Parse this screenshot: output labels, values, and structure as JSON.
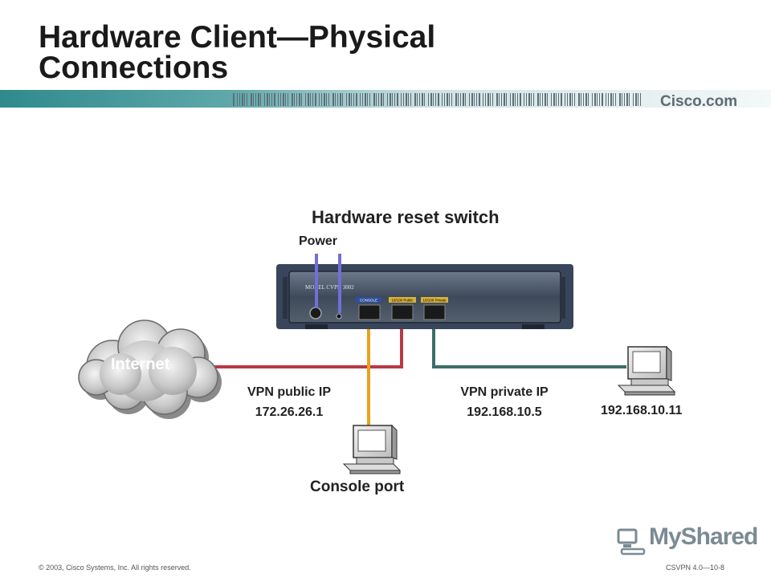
{
  "slide": {
    "title_line1": "Hardware Client—Physical",
    "title_line2": "Connections",
    "brand": "Cisco.com"
  },
  "diagram": {
    "reset_switch_label": "Hardware reset switch",
    "power_label": "Power",
    "device_model": "MODEL CVPN 3002",
    "port_console": "CONSOLE",
    "port_public": "10/100 Public",
    "port_private": "10/100 Private",
    "internet_label": "Internet",
    "public_ip_title": "VPN public IP",
    "public_ip_value": "172.26.26.1",
    "private_ip_title": "VPN private IP",
    "private_ip_value": "192.168.10.5",
    "pc_ip": "192.168.10.11",
    "console_port_label": "Console port",
    "colors": {
      "power_lines": "#7070d8",
      "public_cable": "#b83a45",
      "private_cable": "#3b6e6b",
      "console_cable": "#e8a21c",
      "header_bar": "#2f8a8c"
    }
  },
  "footer": {
    "copyright": "© 2003, Cisco Systems, Inc. All rights reserved.",
    "slide_code": "CSVPN 4.0—10-8",
    "logo_text": "MyShared"
  }
}
